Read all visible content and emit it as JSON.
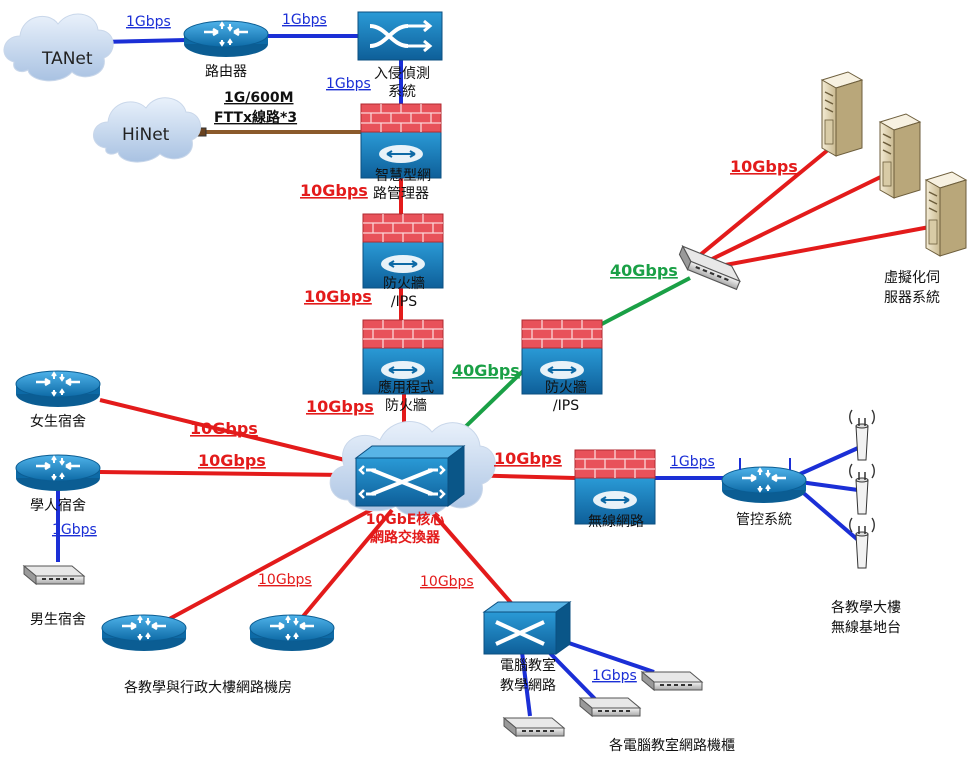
{
  "nodes": {
    "tanet": "TANet",
    "hinet": "HiNet",
    "router": "路由器",
    "ids": [
      "入侵偵測",
      "系統"
    ],
    "smart_mgr": [
      "智慧型網",
      "路管理器"
    ],
    "fw_ips_1": [
      "防火牆",
      "/IPS"
    ],
    "app_fw": [
      "應用程式",
      "防火牆"
    ],
    "fw_ips_2": [
      "防火牆",
      "/IPS"
    ],
    "virtual_servers": [
      "虛擬化伺",
      "服器系統"
    ],
    "core": [
      "10GbE核心",
      "網路交換器"
    ],
    "wireless": "無線網路",
    "control": "管控系統",
    "ap_group": [
      "各教學大樓",
      "無線基地台"
    ],
    "girls_dorm": "女生宿舍",
    "grad_dorm": "學人宿舍",
    "boys_dorm": "男生宿舍",
    "teaching_rooms": "各教學與行政大樓網路機房",
    "pc_lab": [
      "電腦教室",
      "教學網路"
    ],
    "pc_lab_racks": "各電腦教室網路機櫃"
  },
  "links": {
    "tanet_router": "1Gbps",
    "router_ids": "1Gbps",
    "ids_smart": "1Gbps",
    "hinet_line": [
      "1G/600M",
      "FTTx線路*3"
    ],
    "smart_fw1": "10Gbps",
    "fw1_appfw": "10Gbps",
    "appfw_core": "10Gbps",
    "core_fw2": "40Gbps",
    "fw2_switch": "40Gbps",
    "switch_servers": "10Gbps",
    "core_girls": "10Gbps",
    "core_grad": "10Gbps",
    "grad_boys": "1Gbps",
    "core_wireless": "10Gbps",
    "wireless_control": "1Gbps",
    "core_teaching": "10Gbps",
    "core_pclab": "10Gbps",
    "pclab_racks": "1Gbps"
  },
  "colors": {
    "link_1g": "#1b2fd6",
    "link_10g": "#e31b1b",
    "link_40g": "#1aa046",
    "link_fttx": "#8b5a2b",
    "device_blue": "#1d86c4",
    "firewall_brick": "#e8525a"
  },
  "icons": [
    "cloud-icon",
    "router-icon",
    "ids-switch-icon",
    "firewall-icon",
    "core-switch-icon",
    "server-icon",
    "small-switch-icon",
    "antenna-icon"
  ]
}
